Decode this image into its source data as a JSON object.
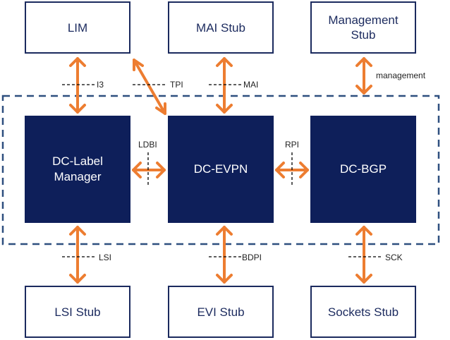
{
  "stubs": {
    "lim": "LIM",
    "mai_stub": "MAI Stub",
    "management_stub": "Management Stub",
    "lsi_stub": "LSI Stub",
    "evi_stub": "EVI Stub",
    "sockets_stub": "Sockets Stub"
  },
  "core": {
    "dc_label_manager": "DC-Label Manager",
    "dc_evpn": "DC-EVPN",
    "dc_bgp": "DC-BGP"
  },
  "interfaces": {
    "i3": "I3",
    "tpi": "TPI",
    "mai": "MAI",
    "management": "management",
    "ldbi": "LDBI",
    "rpi": "RPI",
    "lsi": "LSI",
    "bdpi": "BDPI",
    "sck": "SCK"
  },
  "colors": {
    "stub_border": "#1b2a5e",
    "core_fill": "#0e1f5a",
    "arrow": "#ed7d31",
    "dashed_boundary": "#2e4f7f"
  }
}
